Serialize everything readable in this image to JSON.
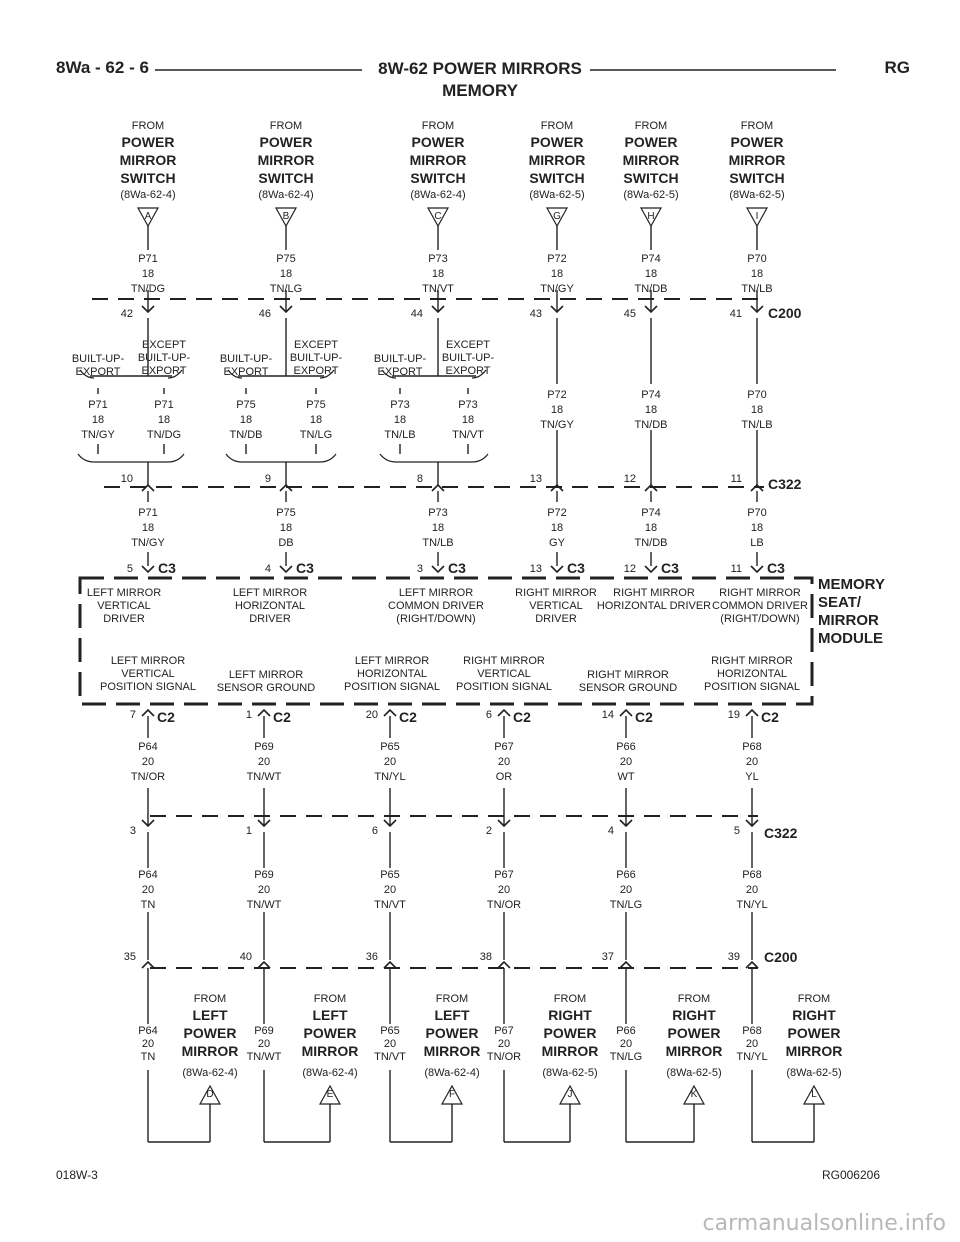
{
  "header": {
    "page_id": "8Wa - 62 - 6",
    "title_line1": "8W-62 POWER MIRRORS",
    "title_line2": "MEMORY",
    "section": "RG"
  },
  "footer": {
    "left": "018W-3",
    "right": "RG006206"
  },
  "watermark": "carmanualsonline.info",
  "connectors": {
    "c200": "C200",
    "c322": "C322",
    "c3": "C3",
    "c2": "C2"
  },
  "top_sources": [
    {
      "from": "FROM",
      "name": [
        "POWER",
        "MIRROR",
        "SWITCH"
      ],
      "ref": "(8Wa-62-4)",
      "terminal": "A",
      "wire": [
        "P71",
        "18",
        "TN/DG"
      ]
    },
    {
      "from": "FROM",
      "name": [
        "POWER",
        "MIRROR",
        "SWITCH"
      ],
      "ref": "(8Wa-62-4)",
      "terminal": "B",
      "wire": [
        "P75",
        "18",
        "TN/LG"
      ]
    },
    {
      "from": "FROM",
      "name": [
        "POWER",
        "MIRROR",
        "SWITCH"
      ],
      "ref": "(8Wa-62-4)",
      "terminal": "C",
      "wire": [
        "P73",
        "18",
        "TN/VT"
      ]
    },
    {
      "from": "FROM",
      "name": [
        "POWER",
        "MIRROR",
        "SWITCH"
      ],
      "ref": "(8Wa-62-5)",
      "terminal": "G",
      "wire": [
        "P72",
        "18",
        "TN/GY"
      ]
    },
    {
      "from": "FROM",
      "name": [
        "POWER",
        "MIRROR",
        "SWITCH"
      ],
      "ref": "(8Wa-62-5)",
      "terminal": "H",
      "wire": [
        "P74",
        "18",
        "TN/DB"
      ]
    },
    {
      "from": "FROM",
      "name": [
        "POWER",
        "MIRROR",
        "SWITCH"
      ],
      "ref": "(8Wa-62-5)",
      "terminal": "I",
      "wire": [
        "P70",
        "18",
        "TN/LB"
      ]
    }
  ],
  "c200_top_pins": [
    "42",
    "46",
    "44",
    "43",
    "45",
    "41"
  ],
  "splits": [
    {
      "built": [
        "BUILT-UP-",
        "EXPORT"
      ],
      "except": [
        "EXCEPT",
        "BUILT-UP-",
        "EXPORT"
      ],
      "left_wire": [
        "P71",
        "18",
        "TN/GY"
      ],
      "right_wire": [
        "P71",
        "18",
        "TN/DG"
      ]
    },
    {
      "built": [
        "BUILT-UP-",
        "EXPORT"
      ],
      "except": [
        "EXCEPT",
        "BUILT-UP-",
        "EXPORT"
      ],
      "left_wire": [
        "P75",
        "18",
        "TN/DB"
      ],
      "right_wire": [
        "P75",
        "18",
        "TN/LG"
      ]
    },
    {
      "built": [
        "BUILT-UP-",
        "EXPORT"
      ],
      "except": [
        "EXCEPT",
        "BUILT-UP-",
        "EXPORT"
      ],
      "left_wire": [
        "P73",
        "18",
        "TN/LB"
      ],
      "right_wire": [
        "P73",
        "18",
        "TN/VT"
      ]
    }
  ],
  "mid_wires": [
    [
      "P72",
      "18",
      "TN/GY"
    ],
    [
      "P74",
      "18",
      "TN/DB"
    ],
    [
      "P70",
      "18",
      "TN/LB"
    ]
  ],
  "c322_top_pins": [
    "10",
    "9",
    "8",
    "13",
    "12",
    "11"
  ],
  "c3_wires": [
    [
      "P71",
      "18",
      "TN/GY"
    ],
    [
      "P75",
      "18",
      "DB"
    ],
    [
      "P73",
      "18",
      "TN/LB"
    ],
    [
      "P72",
      "18",
      "GY"
    ],
    [
      "P74",
      "18",
      "TN/DB"
    ],
    [
      "P70",
      "18",
      "LB"
    ]
  ],
  "c3_pins": [
    "5",
    "4",
    "3",
    "13",
    "12",
    "11"
  ],
  "module": {
    "name": [
      "MEMORY",
      "SEAT/",
      "MIRROR",
      "MODULE"
    ],
    "top_functions": [
      [
        "LEFT MIRROR",
        "VERTICAL",
        "DRIVER"
      ],
      [
        "LEFT MIRROR",
        "HORIZONTAL",
        "DRIVER"
      ],
      [
        "LEFT MIRROR",
        "COMMON DRIVER",
        "(RIGHT/DOWN)"
      ],
      [
        "RIGHT MIRROR",
        "VERTICAL",
        "DRIVER"
      ],
      [
        "RIGHT MIRROR",
        "HORIZONTAL DRIVER"
      ],
      [
        "RIGHT MIRROR",
        "COMMON DRIVER",
        "(RIGHT/DOWN)"
      ]
    ],
    "bottom_functions": [
      [
        "LEFT MIRROR",
        "VERTICAL",
        "POSITION SIGNAL"
      ],
      [
        "LEFT MIRROR",
        "SENSOR GROUND"
      ],
      [
        "LEFT MIRROR",
        "HORIZONTAL",
        "POSITION SIGNAL"
      ],
      [
        "RIGHT MIRROR",
        "VERTICAL",
        "POSITION SIGNAL"
      ],
      [
        "RIGHT MIRROR",
        "SENSOR GROUND"
      ],
      [
        "RIGHT MIRROR",
        "HORIZONTAL",
        "POSITION SIGNAL"
      ]
    ]
  },
  "c2_pins": [
    "7",
    "1",
    "20",
    "6",
    "14",
    "19"
  ],
  "c2_wires": [
    [
      "P64",
      "20",
      "TN/OR"
    ],
    [
      "P69",
      "20",
      "TN/WT"
    ],
    [
      "P65",
      "20",
      "TN/YL"
    ],
    [
      "P67",
      "20",
      "OR"
    ],
    [
      "P66",
      "20",
      "WT"
    ],
    [
      "P68",
      "20",
      "YL"
    ]
  ],
  "c322_bottom_pins": [
    "3",
    "1",
    "6",
    "2",
    "4",
    "5"
  ],
  "lower_wires": [
    [
      "P64",
      "20",
      "TN"
    ],
    [
      "P69",
      "20",
      "TN/WT"
    ],
    [
      "P65",
      "20",
      "TN/VT"
    ],
    [
      "P67",
      "20",
      "TN/OR"
    ],
    [
      "P66",
      "20",
      "TN/LG"
    ],
    [
      "P68",
      "20",
      "TN/YL"
    ]
  ],
  "c200_bottom_pins": [
    "35",
    "40",
    "36",
    "38",
    "37",
    "39"
  ],
  "bottom_wires": [
    [
      "P64",
      "20",
      "TN"
    ],
    [
      "P69",
      "20",
      "TN/WT"
    ],
    [
      "P65",
      "20",
      "TN/VT"
    ],
    [
      "P67",
      "20",
      "TN/OR"
    ],
    [
      "P66",
      "20",
      "TN/LG"
    ],
    [
      "P68",
      "20",
      "TN/YL"
    ]
  ],
  "bottom_targets": [
    {
      "from": "FROM",
      "name": [
        "LEFT",
        "POWER",
        "MIRROR"
      ],
      "ref": "(8Wa-62-4)",
      "terminal": "D"
    },
    {
      "from": "FROM",
      "name": [
        "LEFT",
        "POWER",
        "MIRROR"
      ],
      "ref": "(8Wa-62-4)",
      "terminal": "E"
    },
    {
      "from": "FROM",
      "name": [
        "LEFT",
        "POWER",
        "MIRROR"
      ],
      "ref": "(8Wa-62-4)",
      "terminal": "F"
    },
    {
      "from": "FROM",
      "name": [
        "RIGHT",
        "POWER",
        "MIRROR"
      ],
      "ref": "(8Wa-62-5)",
      "terminal": "J"
    },
    {
      "from": "FROM",
      "name": [
        "RIGHT",
        "POWER",
        "MIRROR"
      ],
      "ref": "(8Wa-62-5)",
      "terminal": "K"
    },
    {
      "from": "FROM",
      "name": [
        "RIGHT",
        "POWER",
        "MIRROR"
      ],
      "ref": "(8Wa-62-5)",
      "terminal": "L"
    }
  ]
}
